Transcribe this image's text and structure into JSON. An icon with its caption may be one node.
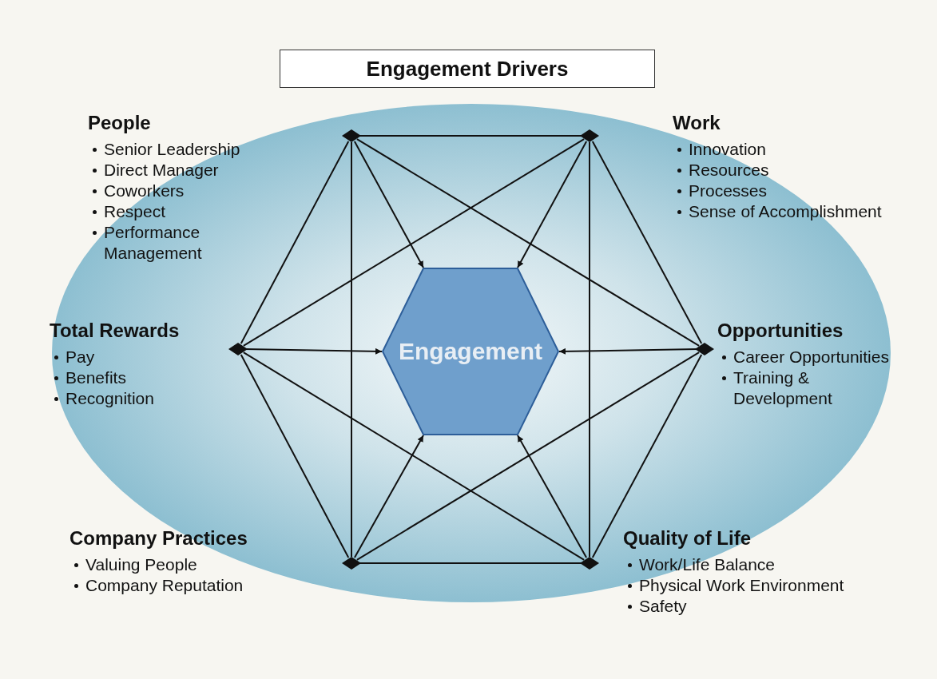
{
  "diagram": {
    "title": "Engagement Drivers",
    "nodes": [
      {
        "text": [],
        "shape": "diamond",
        "beside": [
          "People",
          "Senior Leadership",
          "Direct Manager",
          "Coworkers",
          "Respect",
          "Performance Management"
        ]
      },
      {
        "text": [],
        "shape": "diamond",
        "beside": [
          "Work",
          "Innovation",
          "Resources",
          "Processes",
          "Sense of Accomplishment"
        ]
      },
      {
        "text": [],
        "shape": "diamond",
        "beside": [
          "Total Rewards",
          "Pay",
          "Benefits",
          "Recognition"
        ]
      },
      {
        "text": [
          "Engagement"
        ]
      },
      {
        "text": [],
        "shape": "diamond",
        "beside": [
          "Opportunities",
          "Career Opportunities",
          "Training & Development"
        ]
      },
      {
        "text": [],
        "shape": "diamond",
        "beside": [
          "Company Practices",
          "Valuing People",
          "Company Reputation"
        ]
      },
      {
        "text": [],
        "shape": "diamond",
        "beside": [
          "Quality of Life",
          "Work/Life Balance",
          "Physical Work Environment",
          "Safety"
        ]
      }
    ],
    "edges": [
      {
        "from": 0,
        "to": 3,
        "arrow": "to"
      },
      {
        "from": 1,
        "to": 3,
        "arrow": "to"
      },
      {
        "from": 2,
        "to": 3,
        "arrow": "to"
      },
      {
        "from": 4,
        "to": 3,
        "arrow": "to"
      },
      {
        "from": 5,
        "to": 3,
        "arrow": "to"
      },
      {
        "from": 6,
        "to": 3,
        "arrow": "to"
      },
      {
        "from": 0,
        "to": 1,
        "arrow": "none"
      },
      {
        "from": 1,
        "to": 4,
        "arrow": "none"
      },
      {
        "from": 4,
        "to": 6,
        "arrow": "none"
      },
      {
        "from": 6,
        "to": 5,
        "arrow": "none"
      },
      {
        "from": 5,
        "to": 2,
        "arrow": "none"
      },
      {
        "from": 2,
        "to": 0,
        "arrow": "none"
      },
      {
        "from": 0,
        "to": 5,
        "arrow": "none"
      },
      {
        "from": 1,
        "to": 6,
        "arrow": "none"
      },
      {
        "from": 2,
        "to": 1,
        "arrow": "none"
      },
      {
        "from": 2,
        "to": 6,
        "arrow": "none"
      },
      {
        "from": 4,
        "to": 0,
        "arrow": "none"
      },
      {
        "from": 4,
        "to": 5,
        "arrow": "none"
      }
    ]
  }
}
